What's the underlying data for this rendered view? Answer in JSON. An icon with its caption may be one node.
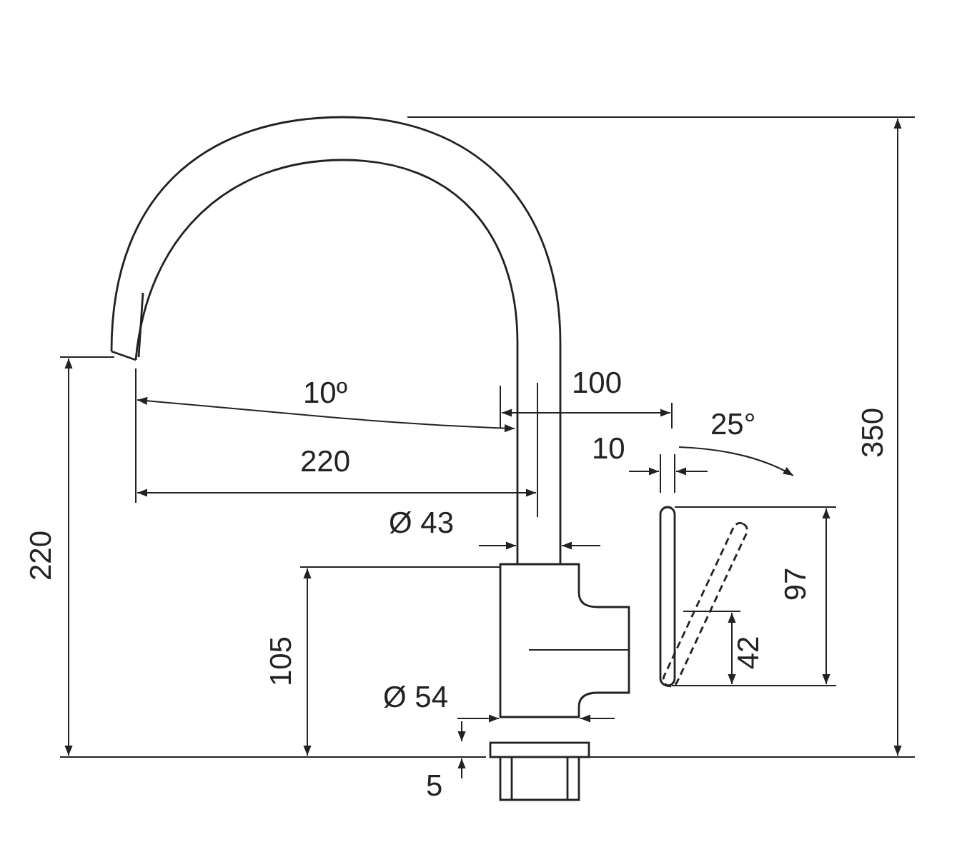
{
  "diagram": {
    "labels": [
      "100",
      "10º",
      "25°",
      "350",
      "10",
      "220",
      "Ø 43",
      "220",
      "97",
      "42",
      "105",
      "Ø 54",
      "5"
    ]
  }
}
